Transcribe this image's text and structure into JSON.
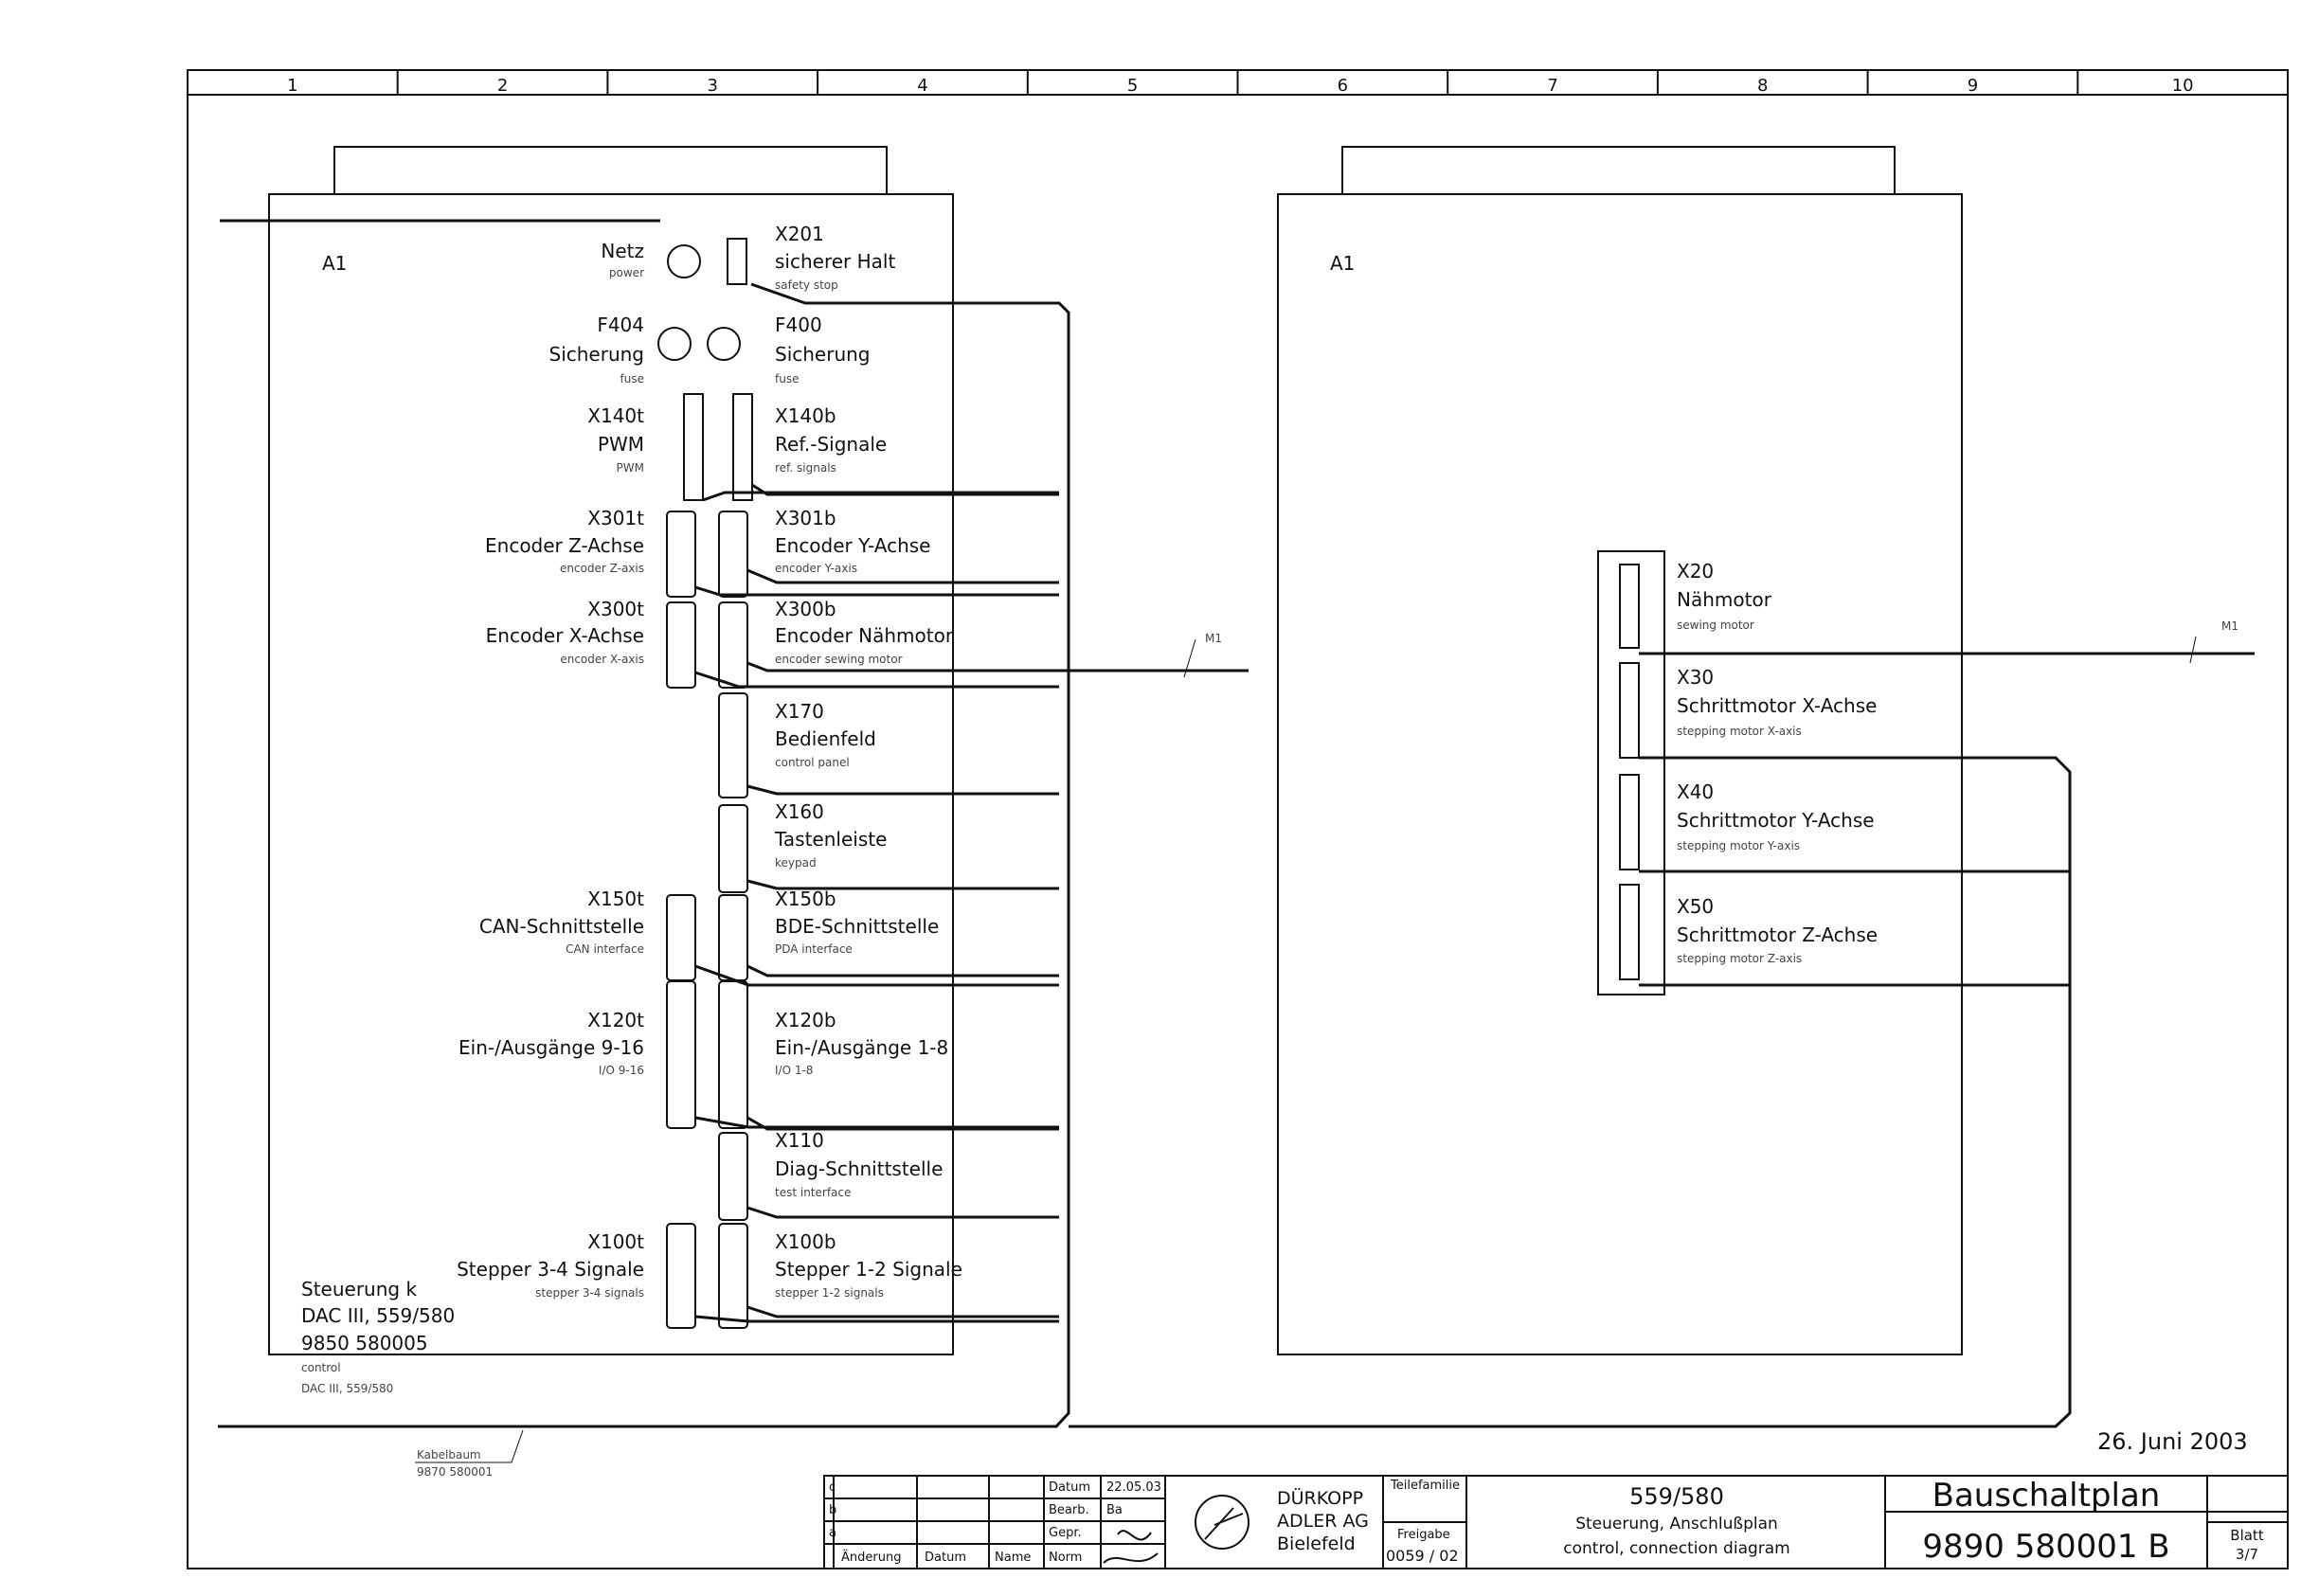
{
  "frame": {
    "columns": [
      "1",
      "2",
      "3",
      "4",
      "5",
      "6",
      "7",
      "8",
      "9",
      "10"
    ]
  },
  "left_unit": {
    "ref": "A1",
    "connectors_left": [
      {
        "id": "Netz",
        "name": "",
        "sub": "power"
      },
      {
        "id": "F404",
        "name": "Sicherung",
        "sub": "fuse"
      },
      {
        "id": "X140t",
        "name": "PWM",
        "sub": "PWM"
      },
      {
        "id": "X301t",
        "name": "Encoder Z-Achse",
        "sub": "encoder Z-axis"
      },
      {
        "id": "X300t",
        "name": "Encoder X-Achse",
        "sub": "encoder X-axis"
      },
      {
        "id": "X150t",
        "name": "CAN-Schnittstelle",
        "sub": "CAN interface"
      },
      {
        "id": "X120t",
        "name": "Ein-/Ausgänge 9-16",
        "sub": "I/O 9-16"
      },
      {
        "id": "X100t",
        "name": "Stepper 3-4 Signale",
        "sub": "stepper 3-4 signals"
      }
    ],
    "connectors_right": [
      {
        "id": "X201",
        "name": "sicherer Halt",
        "sub": "safety stop"
      },
      {
        "id": "F400",
        "name": "Sicherung",
        "sub": "fuse"
      },
      {
        "id": "X140b",
        "name": "Ref.-Signale",
        "sub": "ref. signals"
      },
      {
        "id": "X301b",
        "name": "Encoder Y-Achse",
        "sub": "encoder Y-axis"
      },
      {
        "id": "X300b",
        "name": "Encoder Nähmotor",
        "sub": "encoder sewing motor"
      },
      {
        "id": "X170",
        "name": "Bedienfeld",
        "sub": "control panel"
      },
      {
        "id": "X160",
        "name": "Tastenleiste",
        "sub": "keypad"
      },
      {
        "id": "X150b",
        "name": "BDE-Schnittstelle",
        "sub": "PDA interface"
      },
      {
        "id": "X120b",
        "name": "Ein-/Ausgänge 1-8",
        "sub": "I/O 1-8"
      },
      {
        "id": "X110",
        "name": "Diag-Schnittstelle",
        "sub": "test interface"
      },
      {
        "id": "X100b",
        "name": "Stepper 1-2 Signale",
        "sub": "stepper 1-2 signals"
      }
    ],
    "device_lines": [
      "Steuerung k",
      "DAC III, 559/580",
      "9850 580005"
    ],
    "device_sub": [
      "control",
      "DAC III, 559/580"
    ]
  },
  "right_unit": {
    "ref": "A1",
    "connectors": [
      {
        "id": "X20",
        "name": "Nähmotor",
        "sub": "sewing motor"
      },
      {
        "id": "X30",
        "name": "Schrittmotor X-Achse",
        "sub": "stepping motor X-axis"
      },
      {
        "id": "X40",
        "name": "Schrittmotor Y-Achse",
        "sub": "stepping motor Y-axis"
      },
      {
        "id": "X50",
        "name": "Schrittmotor Z-Achse",
        "sub": "stepping motor Z-axis"
      }
    ]
  },
  "wire_labels": {
    "m1_left": "M1",
    "m1_right": "M1"
  },
  "cable": {
    "label": "Kabelbaum",
    "number": "9870 580001"
  },
  "date_stamp": "26. Juni 2003",
  "title_block": {
    "rev_letters": [
      "c",
      "b",
      "a"
    ],
    "rev_headers": [
      "Änderung",
      "Datum",
      "Name"
    ],
    "row_labels": [
      "Datum",
      "Bearb.",
      "Gepr.",
      "Norm"
    ],
    "date": "22.05.03",
    "drawn_by": "Ba",
    "company": [
      "DÜRKOPP",
      "ADLER AG",
      "Bielefeld"
    ],
    "family_label": "Teilefamilie",
    "release_label": "Freigabe",
    "release_value": "0059 / 02",
    "model": "559/580",
    "desc_de": "Steuerung, Anschlußplan",
    "desc_en": "control, connection diagram",
    "doc_type": "Bauschaltplan",
    "doc_number": "9890 580001 B",
    "sheet_label": "Blatt",
    "sheet_value": "3/7"
  }
}
